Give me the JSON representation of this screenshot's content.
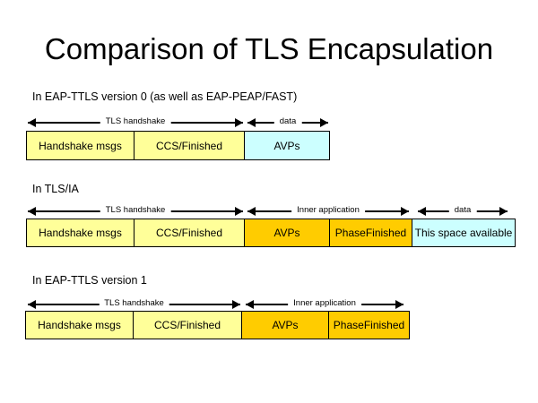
{
  "title": "Comparison of TLS Encapsulation",
  "colors": {
    "handshake": "#ffff99",
    "inner_application": "#ffcc00",
    "data": "#ccffff"
  },
  "sections": [
    {
      "label": "In EAP-TTLS version 0 (as well as EAP-PEAP/FAST)",
      "arrows": [
        "TLS handshake",
        "data"
      ],
      "cells": [
        "Handshake msgs",
        "CCS/Finished",
        "AVPs"
      ]
    },
    {
      "label": "In TLS/IA",
      "arrows": [
        "TLS handshake",
        "Inner application",
        "data"
      ],
      "cells": [
        "Handshake msgs",
        "CCS/Finished",
        "AVPs",
        "PhaseFinished",
        "This space available"
      ]
    },
    {
      "label": "In EAP-TTLS version 1",
      "arrows": [
        "TLS handshake",
        "Inner application"
      ],
      "cells": [
        "Handshake msgs",
        "CCS/Finished",
        "AVPs",
        "PhaseFinished"
      ]
    }
  ]
}
